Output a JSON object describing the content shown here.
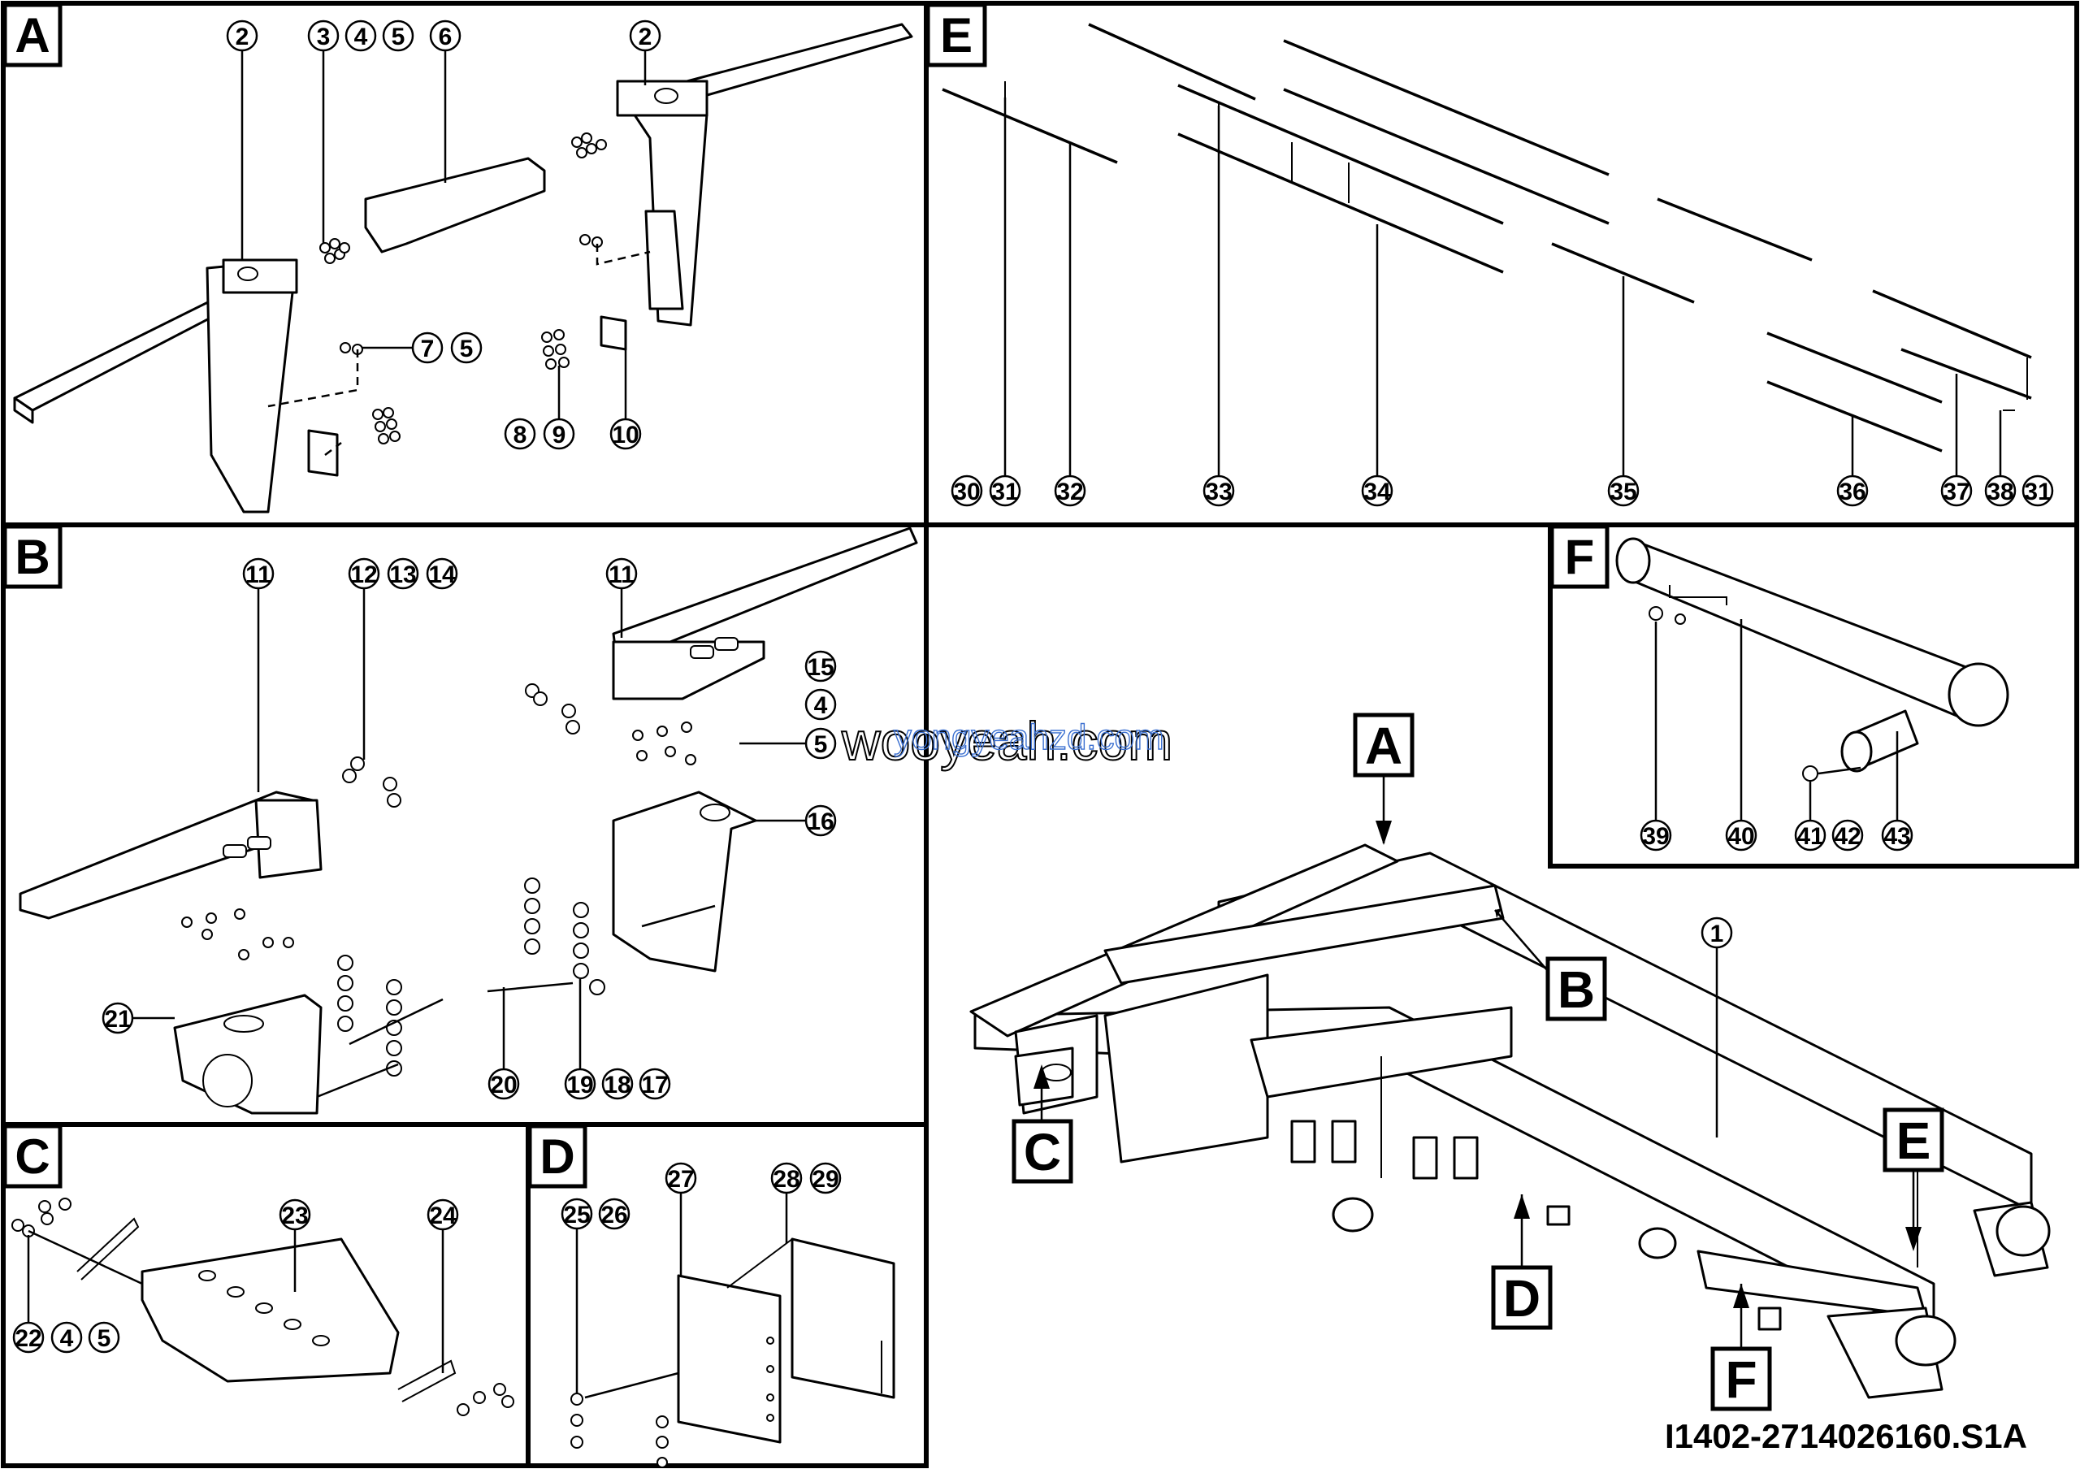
{
  "drawing_id": "I1402-2714026160.S1A",
  "watermark": "wooyeah.com",
  "watermark_inner": "yongyeahzd.com",
  "panels": {
    "A": {
      "letter": "A",
      "callouts": [
        "2",
        "3",
        "4",
        "5",
        "6",
        "2",
        "7",
        "5",
        "8",
        "9",
        "10"
      ]
    },
    "B": {
      "letter": "B",
      "callouts": [
        "11",
        "12",
        "13",
        "14",
        "11",
        "15",
        "4",
        "5",
        "16",
        "21",
        "20",
        "19",
        "18",
        "17"
      ]
    },
    "C": {
      "letter": "C",
      "callouts": [
        "23",
        "24",
        "22",
        "4",
        "5"
      ]
    },
    "D": {
      "letter": "D",
      "callouts": [
        "27",
        "28",
        "29",
        "25",
        "26"
      ]
    },
    "E": {
      "letter": "E",
      "callouts": [
        "30",
        "31",
        "32",
        "33",
        "34",
        "35",
        "36",
        "37",
        "38",
        "31"
      ]
    },
    "F": {
      "letter": "F",
      "callouts": [
        "39",
        "40",
        "41",
        "42",
        "43"
      ]
    }
  },
  "overview": {
    "main_callout": "1",
    "refs": [
      "A",
      "B",
      "C",
      "D",
      "E",
      "F"
    ]
  }
}
